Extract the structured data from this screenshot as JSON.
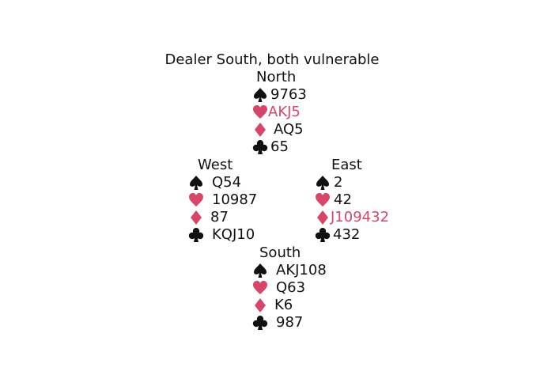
{
  "caption": "Dealer South, both vulnerable",
  "colors": {
    "red_suit": "#d6456a",
    "black_suit": "#111111"
  },
  "icons": {
    "spades": "spade-icon",
    "hearts": "heart-icon",
    "diamonds": "diamond-icon",
    "clubs": "club-icon"
  },
  "hands": {
    "north": {
      "name": "North",
      "spades": "9763",
      "hearts": "AKJ5",
      "diamonds": "AQ5",
      "clubs": "65"
    },
    "west": {
      "name": "West",
      "spades": "Q54",
      "hearts": "10987",
      "diamonds": "87",
      "clubs": "KQJ10"
    },
    "east": {
      "name": "East",
      "spades": "2",
      "hearts": "42",
      "diamonds": "J109432",
      "clubs": "432"
    },
    "south": {
      "name": "South",
      "spades": "AKJ108",
      "hearts": "Q63",
      "diamonds": "K6",
      "clubs": "987"
    }
  }
}
